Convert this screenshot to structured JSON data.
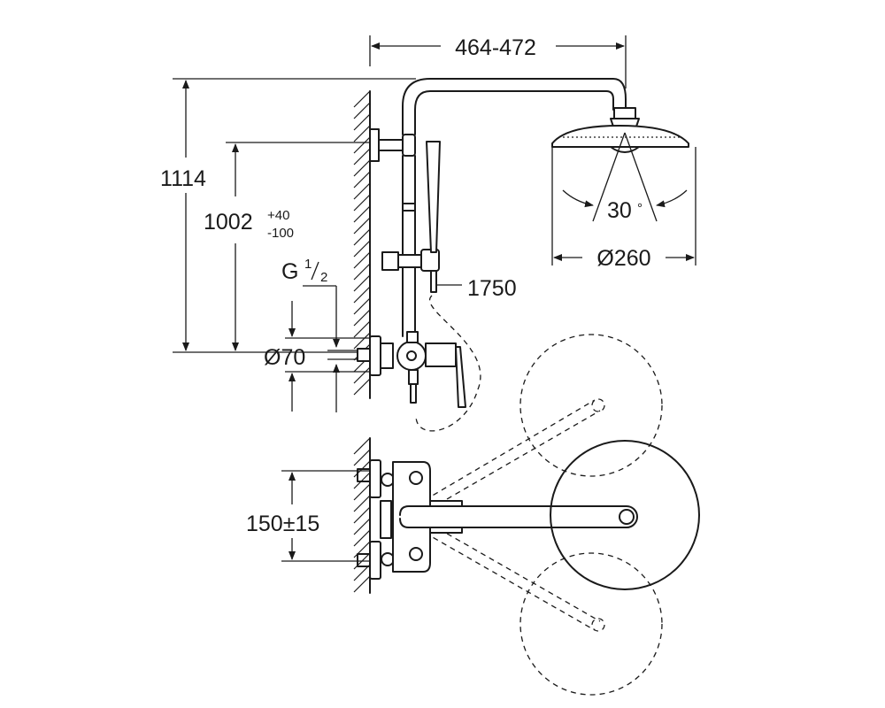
{
  "dimensions": {
    "top_width": "464-472",
    "height_total": "1114",
    "height_mixer_main": "1002",
    "height_mixer_plus": "+40",
    "height_mixer_minus": "-100",
    "thread_main": "G",
    "thread_num": "1",
    "thread_den": "2",
    "rosette_diameter": "Ø70",
    "hose_length": "1750",
    "spray_angle": "30",
    "degree_sign": "°",
    "head_diameter": "Ø260",
    "center_distance": "150±15"
  }
}
